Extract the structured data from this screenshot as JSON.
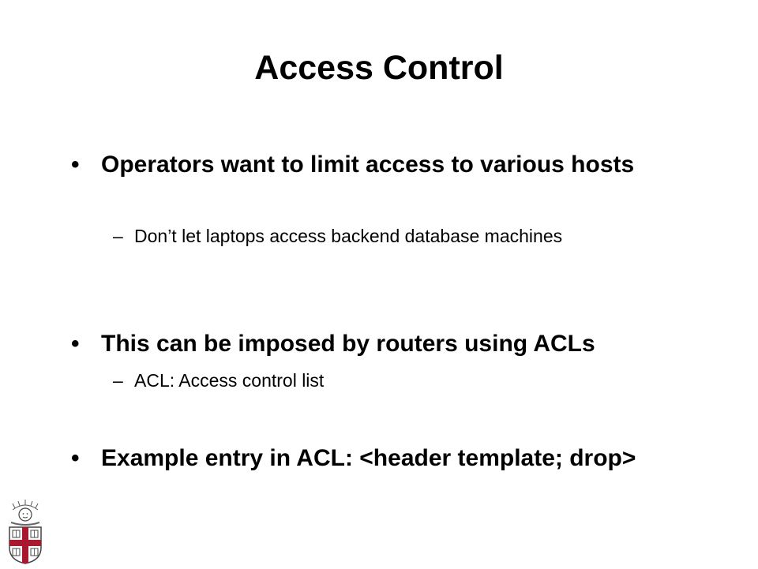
{
  "slide": {
    "title": "Access Control",
    "bullets": [
      {
        "marker": "•",
        "text": "Operators want to limit access to various hosts",
        "subitems": [
          {
            "marker": "–",
            "text": "Don’t let laptops access backend database machines"
          }
        ]
      },
      {
        "marker": "•",
        "text": "This can be imposed by routers using ACLs",
        "subitems": [
          {
            "marker": "–",
            "text": "ACL: Access control list"
          }
        ]
      },
      {
        "marker": "•",
        "text": "Example entry in ACL: <header template; drop>",
        "subitems": []
      }
    ]
  },
  "logo": {
    "icon": "university-shield-icon",
    "colors": {
      "shield": "#ffffff",
      "cross": "#a6192e",
      "outline": "#444444"
    }
  }
}
